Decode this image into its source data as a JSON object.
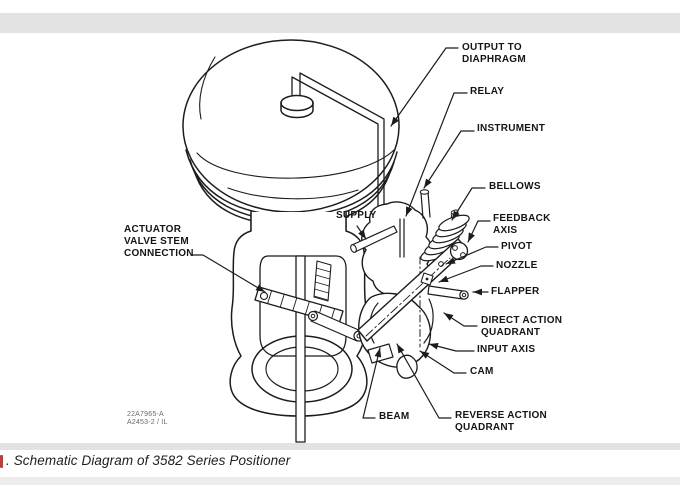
{
  "page": {
    "background_color": "#ffffff",
    "band_color": "#e3e3e3",
    "ink_color": "#1c1c1c",
    "accent_red": "#b5413a"
  },
  "figure": {
    "caption": ". Schematic Diagram of 3582 Series Positioner",
    "drawing_number_line1": "22A7965-A",
    "drawing_number_line2": "A2453-2 / IL"
  },
  "diagram": {
    "labels": {
      "output_to_diaphragm": "OUTPUT TO\nDIAPHRAGM",
      "relay": "RELAY",
      "instrument": "INSTRUMENT",
      "bellows": "BELLOWS",
      "supply": "SUPPLY",
      "feedback_axis": "FEEDBACK\nAXIS",
      "pivot": "PIVOT",
      "nozzle": "NOZZLE",
      "flapper": "FLAPPER",
      "direct_action_quadrant": "DIRECT ACTION\nQUADRANT",
      "input_axis": "INPUT AXIS",
      "cam": "CAM",
      "beam": "BEAM",
      "reverse_action_quadrant": "REVERSE ACTION\nQUADRANT",
      "actuator_valve_stem_connection": "ACTUATOR\nVALVE STEM\nCONNECTION"
    }
  }
}
